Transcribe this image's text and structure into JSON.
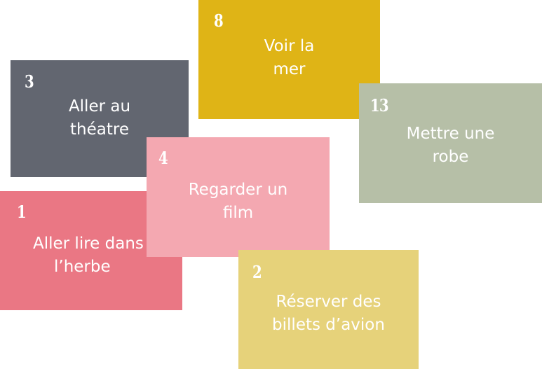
{
  "cards": [
    {
      "number": "8",
      "line1": "Voir la",
      "line2": "mer",
      "color": "#dfb416"
    },
    {
      "number": "3",
      "line1": "Aller au",
      "line2": "théatre",
      "color": "#626670"
    },
    {
      "number": "13",
      "line1": "Mettre une",
      "line2": "robe",
      "color": "#b6bfa7"
    },
    {
      "number": "1",
      "line1": "Aller lire dans",
      "line2": "l’herbe",
      "color": "#ea7784"
    },
    {
      "number": "4",
      "line1": "Regarder un",
      "line2": "film",
      "color": "#f4a8b1"
    },
    {
      "number": "2",
      "line1": "Réserver des",
      "line2": "billets d’avion",
      "color": "#e6d27a"
    }
  ]
}
